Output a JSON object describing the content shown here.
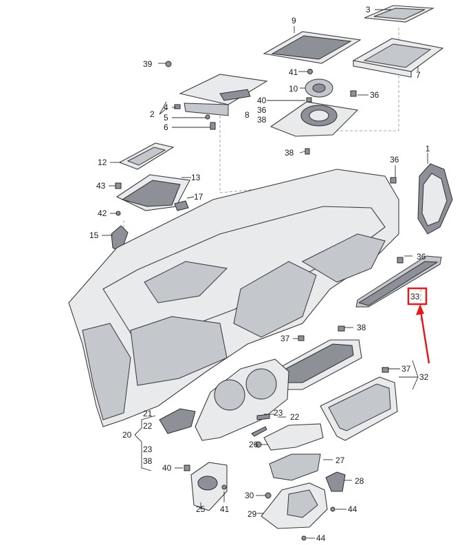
{
  "diagram": {
    "highlight": {
      "label": "33",
      "color": "#e21a1a"
    },
    "callouts": [
      "1",
      "2",
      "3",
      "4",
      "5",
      "6",
      "7",
      "8",
      "9",
      "10",
      "12",
      "13",
      "15",
      "17",
      "20",
      "21",
      "22",
      "23",
      "25",
      "26",
      "27",
      "28",
      "29",
      "30",
      "32",
      "33",
      "36",
      "37",
      "38",
      "39",
      "40",
      "41",
      "42",
      "43",
      "44"
    ],
    "labels": {
      "p1": "1",
      "p2": "2",
      "p3": "3",
      "p4": "4",
      "p5": "5",
      "p6": "6",
      "p7": "7",
      "p8": "8",
      "p9": "9",
      "p10": "10",
      "p12": "12",
      "p13": "13",
      "p15": "15",
      "p17": "17",
      "p20": "20",
      "p21": "21",
      "p22a": "22",
      "p22b": "22",
      "p23a": "23",
      "p23b": "23",
      "p25": "25",
      "p26": "26",
      "p27": "27",
      "p28": "28",
      "p29": "29",
      "p30": "30",
      "p32": "32",
      "p33": "33",
      "p36a": "36",
      "p36b": "36",
      "p36c": "36",
      "p36d": "36",
      "p37a": "37",
      "p37b": "37",
      "p38a": "38",
      "p38b": "38",
      "p38c": "38",
      "p38d": "38",
      "p39": "39",
      "p40a": "40",
      "p40b": "40",
      "p41a": "41",
      "p41b": "41",
      "p42": "42",
      "p43": "43",
      "p44a": "44",
      "p44b": "44"
    }
  }
}
